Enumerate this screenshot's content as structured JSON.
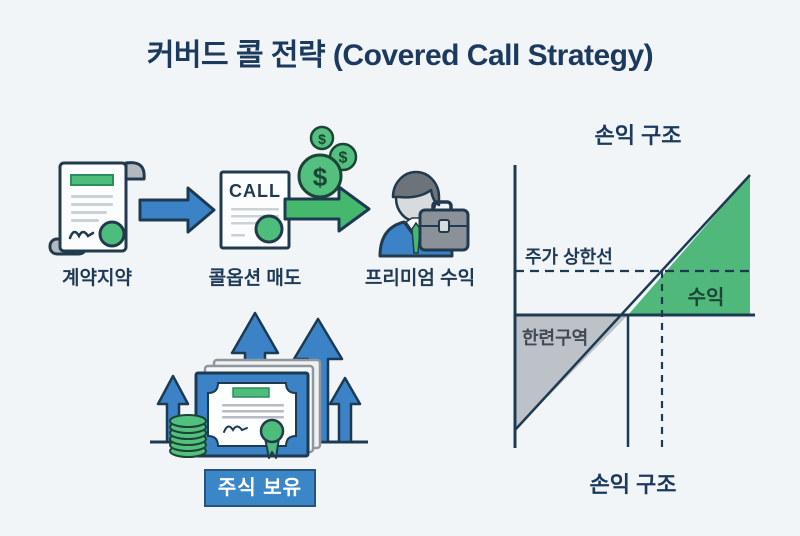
{
  "title": "커버드 콜 전략 (Covered Call Strategy)",
  "flow": {
    "step1_label": "계약지약",
    "step2_label": "콜옵션 매도",
    "step3_label": "프리미엄 수익",
    "call_doc_text": "CALL",
    "coin_symbol": "$"
  },
  "stock": {
    "badge_label": "주식 보유"
  },
  "payoff_chart": {
    "title": "손익 구조",
    "bottom_label": "손익 구조",
    "cap_line_label": "주가 상한선",
    "profit_area_label": "수익",
    "loss_area_label": "한련구역"
  },
  "colors": {
    "background": "#f2f5f7",
    "outline_navy": "#223a4e",
    "text_navy": "#1e3a56",
    "arrow_blue": "#3b82c6",
    "arrow_green": "#45b86e",
    "chart_profit_green": "#4fb87a",
    "chart_loss_gray": "#bdc2c8",
    "badge_blue": "#3a86c7"
  }
}
